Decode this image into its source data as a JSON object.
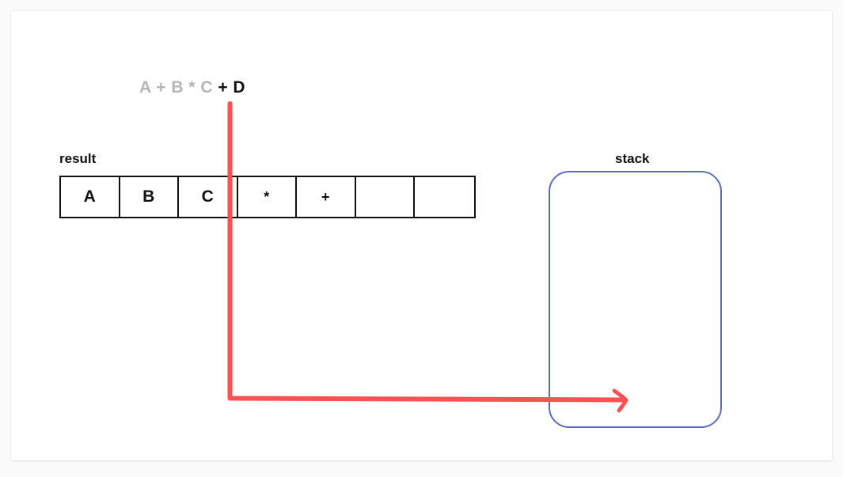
{
  "canvas": {
    "background_color": "#fbfbfb",
    "card_color": "#ffffff"
  },
  "expression": {
    "processed_text": "A + B * C",
    "remaining_text": " + D",
    "processed_color": "#b4b4b4",
    "remaining_color": "#111111"
  },
  "result": {
    "label": "result",
    "cells": [
      {
        "value": "A",
        "kind": "operand"
      },
      {
        "value": "B",
        "kind": "operand"
      },
      {
        "value": "C",
        "kind": "operand"
      },
      {
        "value": "*",
        "kind": "operator"
      },
      {
        "value": "+",
        "kind": "operator"
      },
      {
        "value": "",
        "kind": "empty"
      },
      {
        "value": "",
        "kind": "empty"
      }
    ],
    "border_color": "#111111"
  },
  "stack": {
    "label": "stack",
    "items": [],
    "border_color": "#5c6ac4"
  },
  "pointer": {
    "color": "#fa5252",
    "description": "cursor-arrow-from-expression-to-stack"
  }
}
